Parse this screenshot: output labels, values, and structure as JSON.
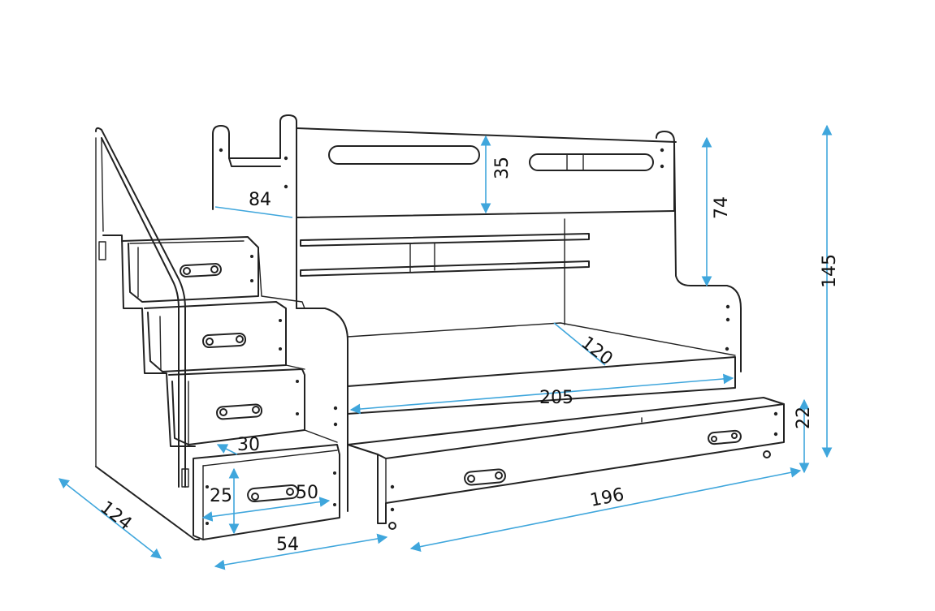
{
  "dimensions": {
    "total_height": "145",
    "upper_panel_height": "74",
    "upper_headboard_height": "35",
    "ladder_top_width": "84",
    "mattress_width": "120",
    "mattress_length": "205",
    "drawer_height": "22",
    "drawer_length": "196",
    "step_depth": "30",
    "step_height": "25",
    "step_width": "50",
    "stairs_width": "54",
    "stairs_length": "124"
  },
  "colors": {
    "line": "#222222",
    "dimension": "#3fa6dc"
  }
}
